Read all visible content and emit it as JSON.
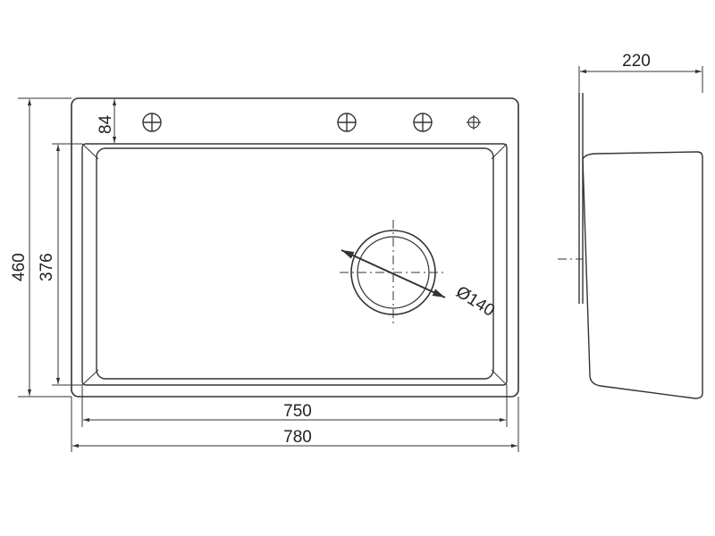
{
  "dimensions": {
    "height_outer": "460",
    "height_inner": "376",
    "deck_depth": "84",
    "width_inner": "750",
    "width_outer": "780",
    "depth": "220",
    "drain_diameter": "Ø140"
  },
  "colors": {
    "line": "#333333",
    "background": "#ffffff"
  }
}
